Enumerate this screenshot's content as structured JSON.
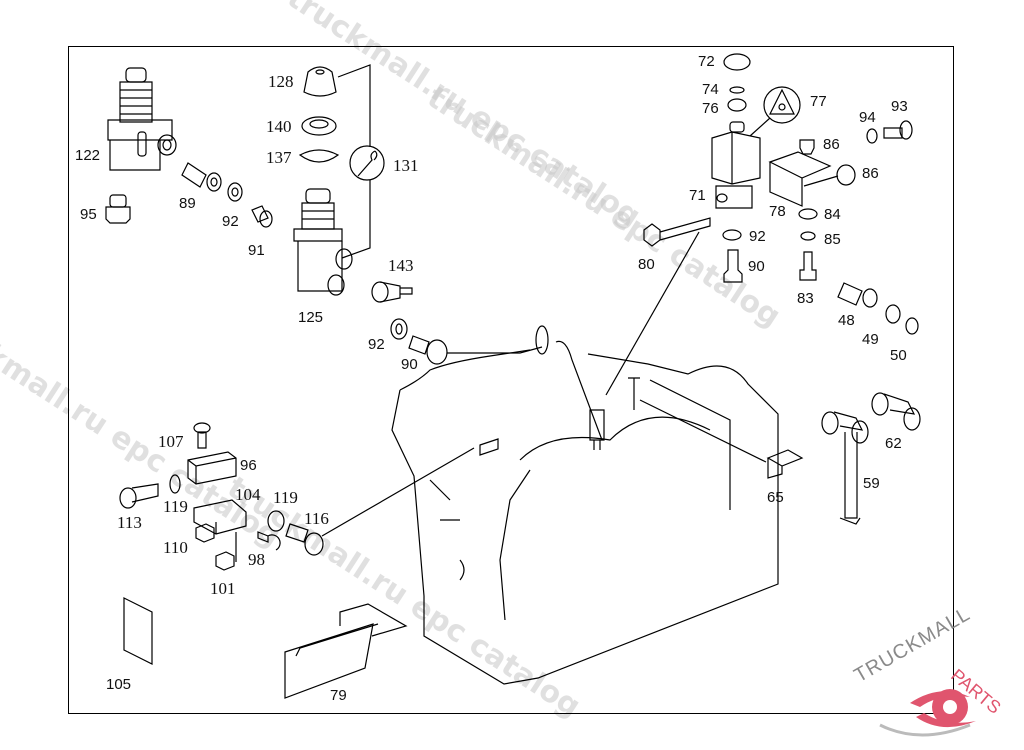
{
  "diagram": {
    "title": "Engine compressed air / solenoid valve parts catalog diagram",
    "callouts": [
      {
        "id": "122",
        "label": "122"
      },
      {
        "id": "95",
        "label": "95"
      },
      {
        "id": "89",
        "label": "89"
      },
      {
        "id": "92a",
        "label": "92"
      },
      {
        "id": "91",
        "label": "91"
      },
      {
        "id": "128",
        "label": "128"
      },
      {
        "id": "140",
        "label": "140"
      },
      {
        "id": "137",
        "label": "137"
      },
      {
        "id": "131",
        "label": "131"
      },
      {
        "id": "125",
        "label": "125"
      },
      {
        "id": "143",
        "label": "143"
      },
      {
        "id": "92b",
        "label": "92"
      },
      {
        "id": "90a",
        "label": "90"
      },
      {
        "id": "72",
        "label": "72"
      },
      {
        "id": "74",
        "label": "74"
      },
      {
        "id": "76",
        "label": "76"
      },
      {
        "id": "77",
        "label": "77"
      },
      {
        "id": "94",
        "label": "94"
      },
      {
        "id": "93",
        "label": "93"
      },
      {
        "id": "86a",
        "label": "86"
      },
      {
        "id": "86b",
        "label": "86"
      },
      {
        "id": "71",
        "label": "71"
      },
      {
        "id": "78",
        "label": "78"
      },
      {
        "id": "84",
        "label": "84"
      },
      {
        "id": "85",
        "label": "85"
      },
      {
        "id": "80",
        "label": "80"
      },
      {
        "id": "92c",
        "label": "92"
      },
      {
        "id": "90b",
        "label": "90"
      },
      {
        "id": "83",
        "label": "83"
      },
      {
        "id": "48",
        "label": "48"
      },
      {
        "id": "49",
        "label": "49"
      },
      {
        "id": "50",
        "label": "50"
      },
      {
        "id": "62",
        "label": "62"
      },
      {
        "id": "59",
        "label": "59"
      },
      {
        "id": "65",
        "label": "65"
      },
      {
        "id": "107",
        "label": "107"
      },
      {
        "id": "96",
        "label": "96"
      },
      {
        "id": "113",
        "label": "113"
      },
      {
        "id": "119a",
        "label": "119"
      },
      {
        "id": "104",
        "label": "104"
      },
      {
        "id": "119b",
        "label": "119"
      },
      {
        "id": "116",
        "label": "116"
      },
      {
        "id": "110",
        "label": "110"
      },
      {
        "id": "98",
        "label": "98"
      },
      {
        "id": "101",
        "label": "101"
      },
      {
        "id": "105",
        "label": "105"
      },
      {
        "id": "79",
        "label": "79"
      }
    ]
  },
  "watermarks": [
    "truckmall.ru epc catalog",
    "truckmall.ru epc catalog",
    "truckmall.ru epc catalog",
    "truckmall.ru epc catalog"
  ],
  "logo": {
    "text_dark": "TRUCKMALL",
    "text_accent": "PARTS",
    "accent_color": "#e0556e",
    "gray_color": "#9a9a9a"
  }
}
